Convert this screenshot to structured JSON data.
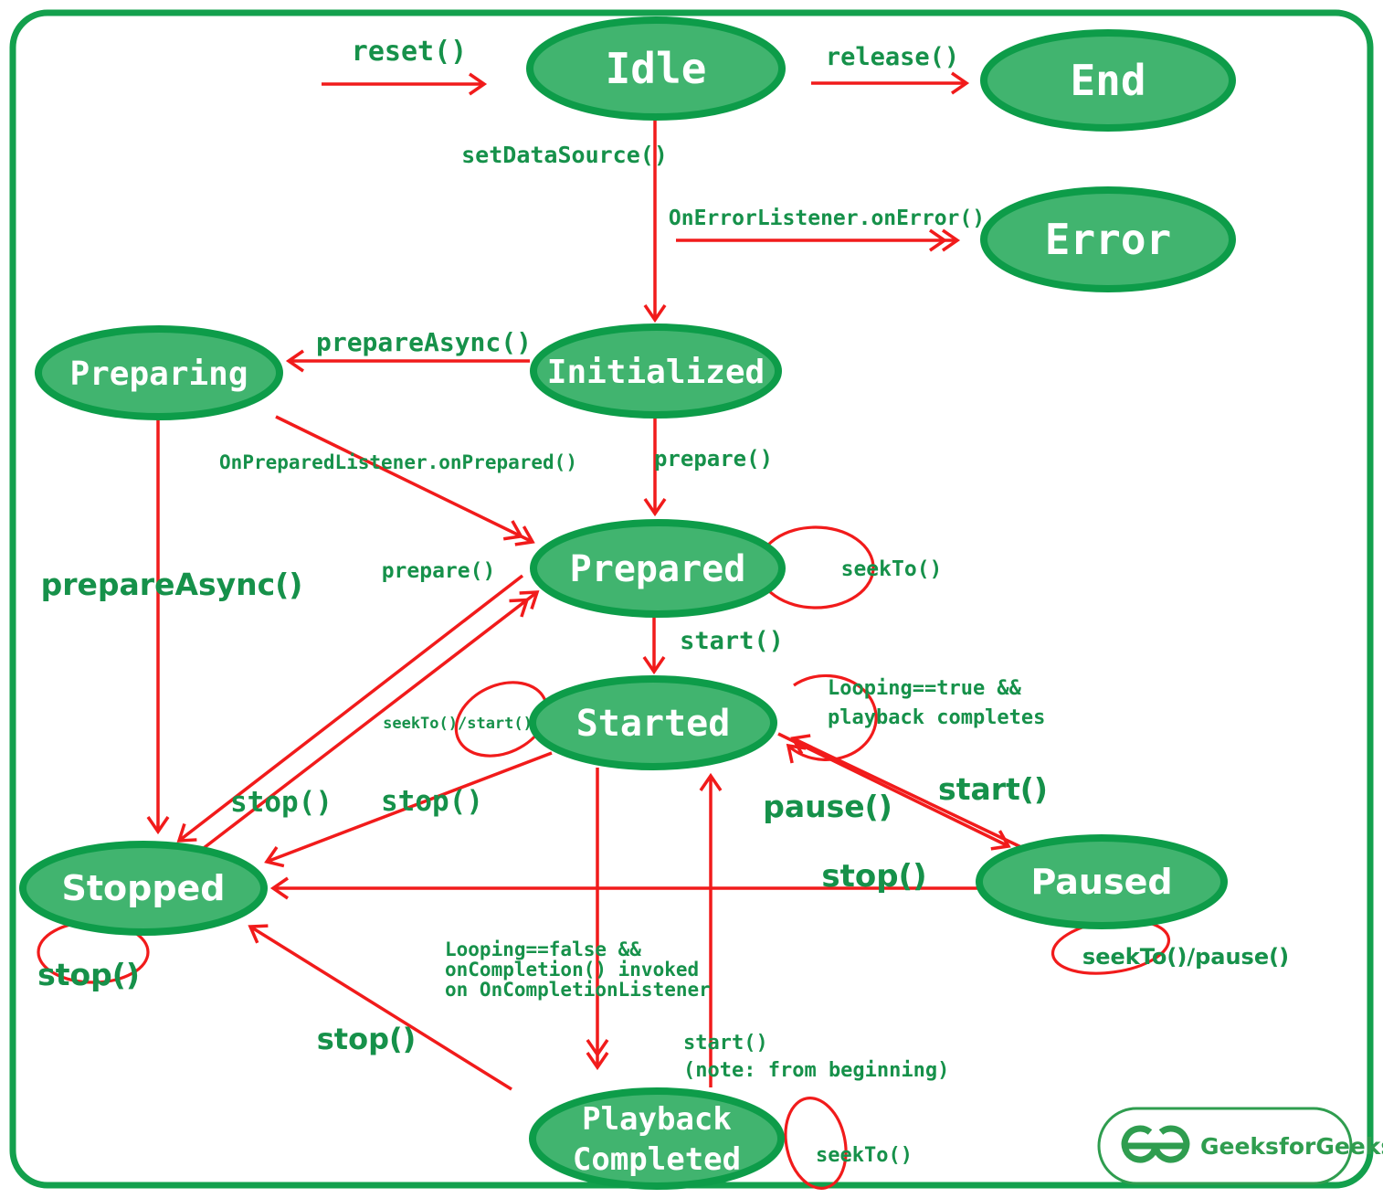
{
  "colors": {
    "state_fill": "#41b46f",
    "state_stroke": "#0d9c49",
    "label_green": "#16914a",
    "arrow_red": "#f11b1b",
    "frame_green": "#13a04d",
    "logo_green": "#2f9d4f",
    "state_text": "#ffffff"
  },
  "states": {
    "idle": "Idle",
    "end": "End",
    "error": "Error",
    "preparing": "Preparing",
    "initialized": "Initialized",
    "prepared": "Prepared",
    "started": "Started",
    "stopped": "Stopped",
    "paused": "Paused",
    "playback_line1": "Playback",
    "playback_line2": "Completed"
  },
  "transitions": {
    "reset": "reset()",
    "release": "release()",
    "set_data_source": "setDataSource()",
    "on_error": "OnErrorListener.onError()",
    "prepare_async_top": "prepareAsync()",
    "on_prepared": "OnPreparedListener.onPrepared()",
    "prepare_from_initialized": "prepare()",
    "seek_to_prepared": "seekTo()",
    "prepare_from_stopped": "prepare()",
    "start_from_prepared": "start()",
    "seek_start_loop": "seekTo()/start()",
    "looping_true_line1": "Looping==true &&",
    "looping_true_line2": "playback completes",
    "prepare_async_left": "prepareAsync()",
    "stop_from_prepared": "stop()",
    "stop_from_started": "stop()",
    "stop_from_paused": "stop()",
    "stop_self": "stop()",
    "stop_from_playback": "stop()",
    "pause": "pause()",
    "start_from_paused": "start()",
    "seek_pause_loop": "seekTo()/pause()",
    "looping_false_line1": "Looping==false &&",
    "looping_false_line2": "onCompletion() invoked",
    "looping_false_line3": "on OnCompletionListener",
    "start_from_playback_line1": "start()",
    "start_from_playback_line2": "(note: from beginning)",
    "seek_to_playback": "seekTo()"
  },
  "logo": {
    "text": "GeeksforGeeks"
  }
}
